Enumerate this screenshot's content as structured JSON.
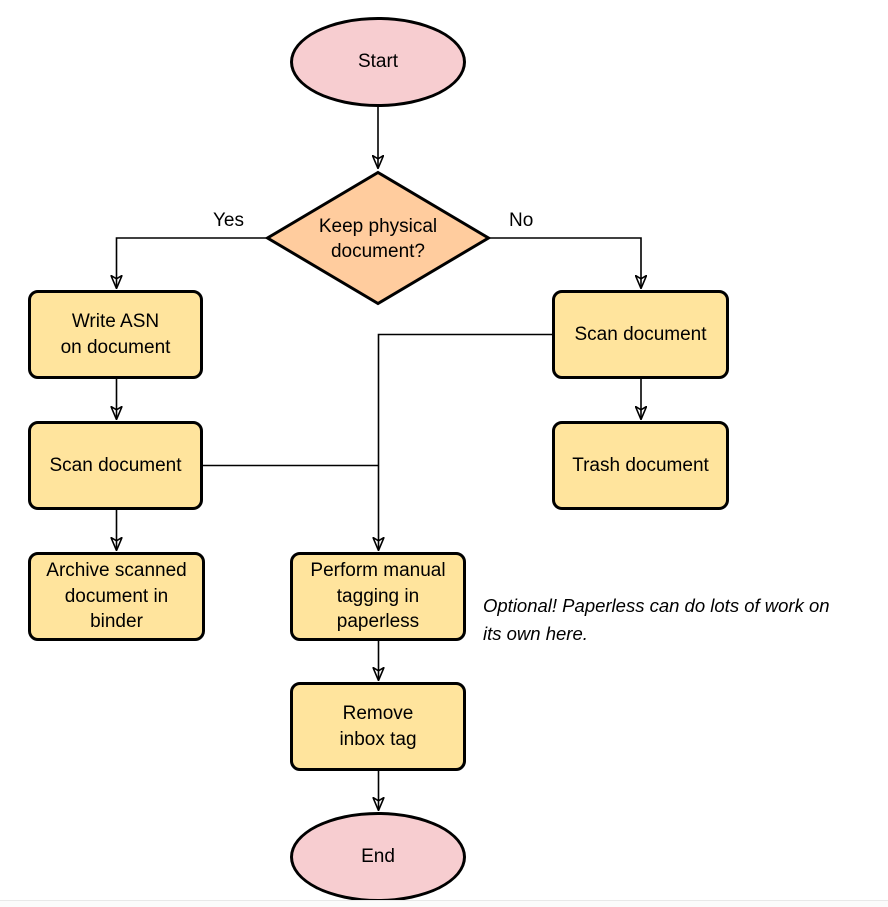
{
  "colors": {
    "terminal_fill": "#f7cdd0",
    "decision_fill": "#ffcc9e",
    "process_fill": "#ffe49d",
    "stroke": "#000000",
    "background": "#ffffff"
  },
  "nodes": {
    "start": {
      "label": "Start",
      "type": "terminal"
    },
    "decision": {
      "label": "Keep physical\ndocument?",
      "type": "decision"
    },
    "write_asn": {
      "label": "Write ASN\non document",
      "type": "process"
    },
    "scan_left": {
      "label": "Scan document",
      "type": "process"
    },
    "archive": {
      "label": "Archive scanned\ndocument in\nbinder",
      "type": "process"
    },
    "scan_right": {
      "label": "Scan document",
      "type": "process"
    },
    "trash": {
      "label": "Trash document",
      "type": "process"
    },
    "tagging": {
      "label": "Perform manual\ntagging in\npaperless",
      "type": "process"
    },
    "remove_inbox": {
      "label": "Remove\ninbox tag",
      "type": "process"
    },
    "end": {
      "label": "End",
      "type": "terminal"
    }
  },
  "edge_labels": {
    "yes": "Yes",
    "no": "No"
  },
  "annotation": {
    "line1": "Optional! Paperless can do lots of work on",
    "line2": "its own here."
  },
  "edges": [
    {
      "from": "Start",
      "to": "Keep physical document?",
      "label": ""
    },
    {
      "from": "Keep physical document?",
      "to": "Write ASN on document",
      "label": "Yes"
    },
    {
      "from": "Keep physical document?",
      "to": "Scan document (right)",
      "label": "No"
    },
    {
      "from": "Write ASN on document",
      "to": "Scan document (left)",
      "label": ""
    },
    {
      "from": "Scan document (left)",
      "to": "Archive scanned document in binder",
      "label": ""
    },
    {
      "from": "Scan document (left)",
      "to": "Perform manual tagging in paperless",
      "label": ""
    },
    {
      "from": "Scan document (right)",
      "to": "Trash document",
      "label": ""
    },
    {
      "from": "Scan document (right)",
      "to": "Perform manual tagging in paperless",
      "label": ""
    },
    {
      "from": "Perform manual tagging in paperless",
      "to": "Remove inbox tag",
      "label": ""
    },
    {
      "from": "Remove inbox tag",
      "to": "End",
      "label": ""
    }
  ]
}
